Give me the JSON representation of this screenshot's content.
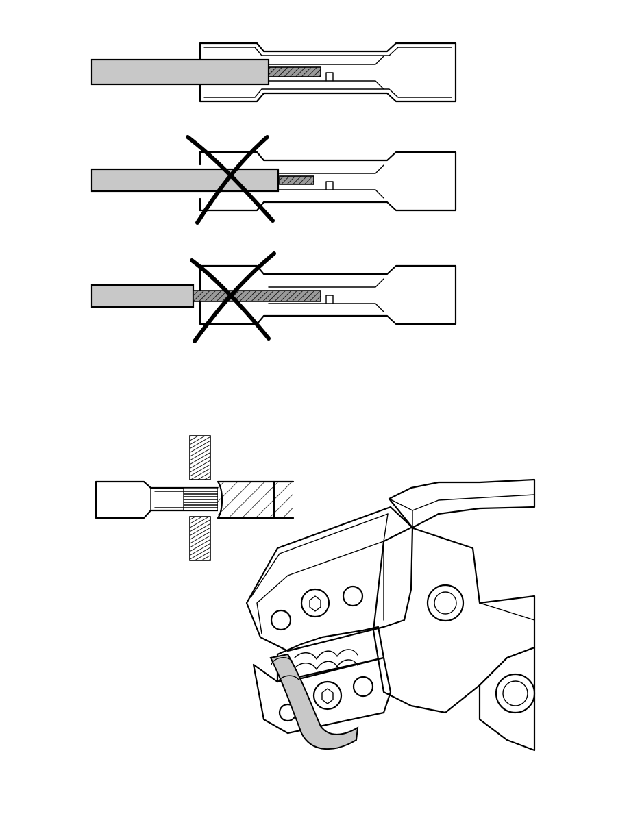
{
  "figure": {
    "description_panels": [
      "correct-insertion",
      "wire-not-inserted-far-enough",
      "too-much-insulation-stripped",
      "crimp-section",
      "crimping-tool"
    ]
  },
  "colors": {
    "line": "#000000",
    "insulation": "#c8c8c8",
    "background": "#ffffff"
  },
  "icons": [
    "cross-mark-icon",
    "cross-mark-icon"
  ]
}
